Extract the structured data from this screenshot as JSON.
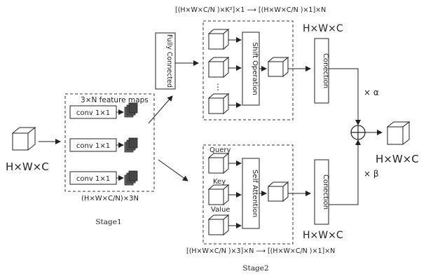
{
  "input": {
    "label": "H×W×C"
  },
  "stage1": {
    "title": "3×N feature maps",
    "convs": [
      "conv 1×1",
      "conv 1×1",
      "conv 1×1"
    ],
    "bottom_label": "(H×W×C/N)×3N",
    "caption": "Stage1"
  },
  "stage2": {
    "caption": "Stage2",
    "top_branch": {
      "fc_label": "Fully Connected",
      "dims_label": "[(H×W×C/N )×K²]×1 ⟶ [(H×W×C/N )×1]×N",
      "op_label": "Shift Operation",
      "concat_label": "Conection",
      "output_label": "H×W×C",
      "ellipsis": "⋮"
    },
    "bottom_branch": {
      "query_label": "Query",
      "key_label": "Key",
      "value_label": "Value",
      "op_label": "Self Attention",
      "concat_label": "Conection",
      "output_label": "H×W×C",
      "dims_label": "[(H×W×C/N )×3]×N ⟶ [(H×W×C/N )×1]×N"
    }
  },
  "fusion": {
    "alpha_label": "× α",
    "beta_label": "× β",
    "output_label": "H×W×C"
  }
}
